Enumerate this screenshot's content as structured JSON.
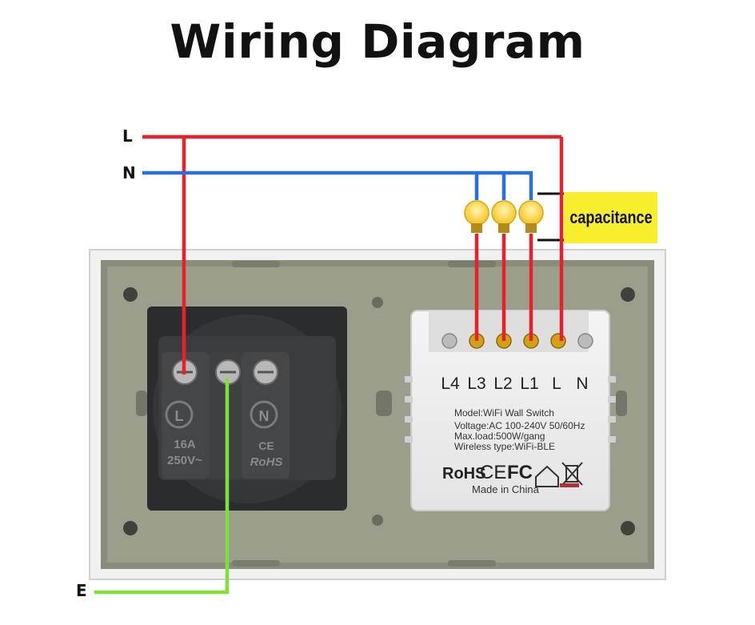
{
  "title": "Wiring Diagram",
  "wires": {
    "live_label": "L",
    "neutral_label": "N",
    "earth_label": "E",
    "capacitance_label": "capacitance",
    "colors": {
      "live": "#e8202a",
      "neutral": "#2a6fe0",
      "earth": "#7fe03a"
    }
  },
  "socket": {
    "terminal_left": "L",
    "terminal_right": "N",
    "rating_current": "16A",
    "rating_voltage": "250V~",
    "ce_mark": "CE",
    "rohs_mark": "RoHS"
  },
  "switch_module": {
    "terminals": [
      "L4",
      "L3",
      "L2",
      "L1",
      "L",
      "N"
    ],
    "model": "Model:WiFi Wall Switch",
    "voltage": "Voltage:AC 100-240V 50/60Hz",
    "max_load": "Max.load:500W/gang",
    "wireless": "Wireless type:WiFi-BLE",
    "rohs_mark": "RoHS",
    "ce_mark": "CE",
    "fc_mark": "FC",
    "origin": "Made in China"
  }
}
